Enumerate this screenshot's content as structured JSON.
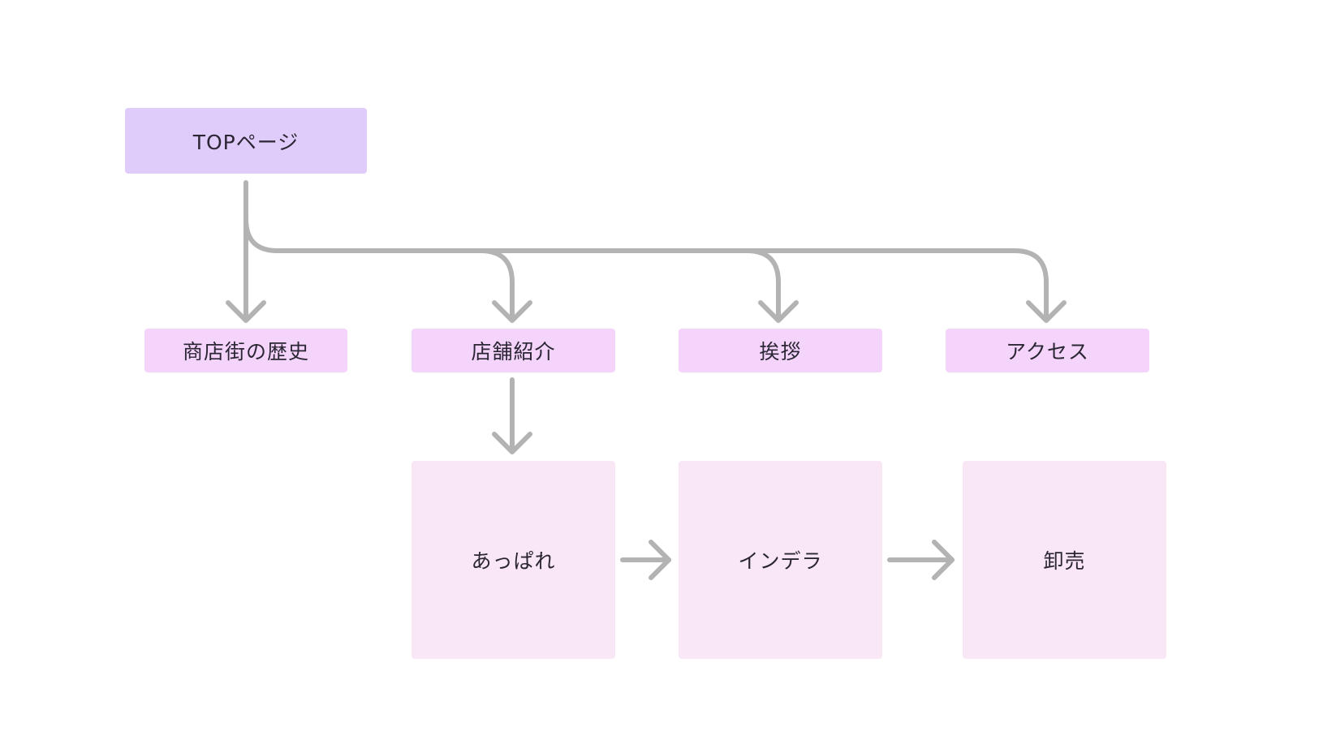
{
  "diagram": {
    "root": {
      "label": "TOPページ",
      "color": "#e0ccfa"
    },
    "sections": [
      {
        "id": "history",
        "label": "商店街の歴史"
      },
      {
        "id": "shops",
        "label": "店舗紹介"
      },
      {
        "id": "greeting",
        "label": "挨拶"
      },
      {
        "id": "access",
        "label": "アクセス"
      }
    ],
    "shop_pages": [
      {
        "id": "appare",
        "label": "あっぱれ"
      },
      {
        "id": "indera",
        "label": "インデラ"
      },
      {
        "id": "wholesale",
        "label": "卸売"
      }
    ],
    "colors": {
      "root_fill": "#e0ccfa",
      "section_fill": "#f5d4fc",
      "page_fill": "#f9e7f5",
      "connector": "#b3b3b3"
    }
  }
}
